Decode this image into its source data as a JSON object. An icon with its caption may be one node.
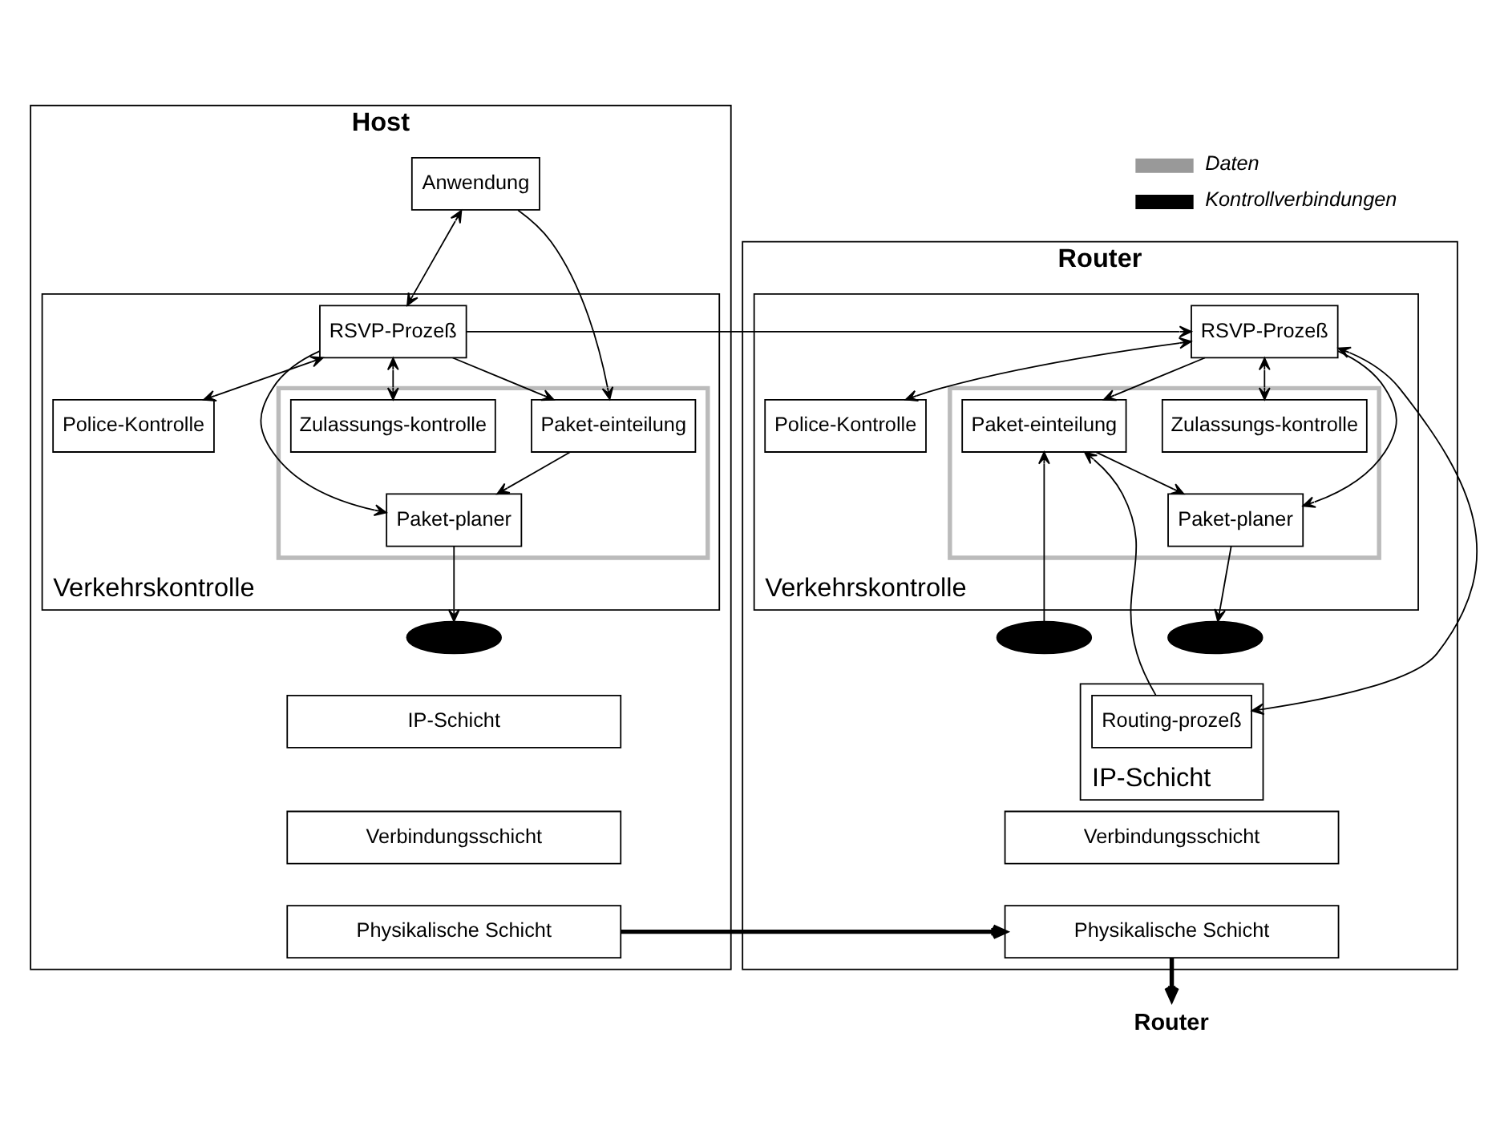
{
  "diagram": {
    "nodes": [
      {
        "text": [
          "Host"
        ]
      },
      {
        "text": [
          "Anwendung"
        ],
        "in": 0
      },
      {
        "text": [
          "Verkehrskontrolle"
        ],
        "in": 0
      },
      {
        "text": [
          "RSVP-Prozeß"
        ],
        "in": 2
      },
      {
        "text": [
          "Police-Kontrolle"
        ],
        "in": 2
      },
      {
        "text": [],
        "shape": "box",
        "in": 2
      },
      {
        "text": [
          "Zulassungs-kontrolle"
        ],
        "in": 5
      },
      {
        "text": [
          "Paket-einteilung"
        ],
        "in": 5
      },
      {
        "text": [
          "Paket-planer"
        ],
        "in": 5
      },
      {
        "text": [],
        "shape": "ellipse",
        "in": 0
      },
      {
        "text": [
          "IP-Schicht"
        ],
        "in": 0
      },
      {
        "text": [
          "Verbindungsschicht"
        ],
        "in": 0
      },
      {
        "text": [
          "Physikalische Schicht"
        ],
        "in": 0
      },
      {
        "text": [
          "Router"
        ]
      },
      {
        "text": [
          "Verkehrskontrolle"
        ],
        "in": 13
      },
      {
        "text": [
          "RSVP-Prozeß"
        ],
        "in": 14
      },
      {
        "text": [
          "Police-Kontrolle"
        ],
        "in": 14
      },
      {
        "text": [],
        "shape": "box",
        "in": 14
      },
      {
        "text": [
          "Zulassungs-kontrolle"
        ],
        "in": 17
      },
      {
        "text": [
          "Paket-einteilung"
        ],
        "in": 17
      },
      {
        "text": [
          "Paket-planer"
        ],
        "in": 17
      },
      {
        "text": [],
        "shape": "ellipse",
        "in": 13
      },
      {
        "text": [],
        "shape": "ellipse",
        "in": 13
      },
      {
        "text": [
          "IP-Schicht"
        ],
        "in": 13
      },
      {
        "text": [
          "Routing-prozeß"
        ],
        "in": 23
      },
      {
        "text": [
          "Verbindungsschicht"
        ],
        "in": 13
      },
      {
        "text": [
          "Physikalische Schicht"
        ],
        "in": 13
      },
      {
        "text": [
          "Router"
        ]
      }
    ],
    "edges": [
      {
        "from": 1,
        "to": 3,
        "arrow": "both"
      },
      {
        "from": 1,
        "to": 7,
        "arrow": "to"
      },
      {
        "from": 3,
        "to": 6,
        "arrow": "both"
      },
      {
        "from": 3,
        "to": 4,
        "arrow": "both"
      },
      {
        "from": 3,
        "to": 7,
        "arrow": "to"
      },
      {
        "from": 3,
        "to": 8,
        "arrow": "to"
      },
      {
        "from": 7,
        "to": 8,
        "arrow": "to"
      },
      {
        "from": 8,
        "to": 9,
        "arrow": "to"
      },
      {
        "from": 3,
        "to": 15,
        "arrow": "to"
      },
      {
        "from": 15,
        "to": 24,
        "arrow": "both"
      },
      {
        "from": 15,
        "to": 18,
        "arrow": "both"
      },
      {
        "from": 15,
        "to": 16,
        "arrow": "both"
      },
      {
        "from": 15,
        "to": 19,
        "arrow": "to"
      },
      {
        "from": 15,
        "to": 20,
        "arrow": "to"
      },
      {
        "from": 19,
        "to": 20,
        "arrow": "to"
      },
      {
        "from": 24,
        "to": 19,
        "arrow": "to"
      },
      {
        "from": 21,
        "to": 19,
        "arrow": "to"
      },
      {
        "from": 20,
        "to": 22,
        "arrow": "to"
      },
      {
        "from": 12,
        "to": 26,
        "arrow": "to",
        "style": "thick"
      },
      {
        "from": 26,
        "to": 27,
        "arrow": "to",
        "style": "thick"
      }
    ],
    "legend": [
      {
        "text": "Daten"
      },
      {
        "text": "Kontrollverbindungen"
      }
    ]
  }
}
